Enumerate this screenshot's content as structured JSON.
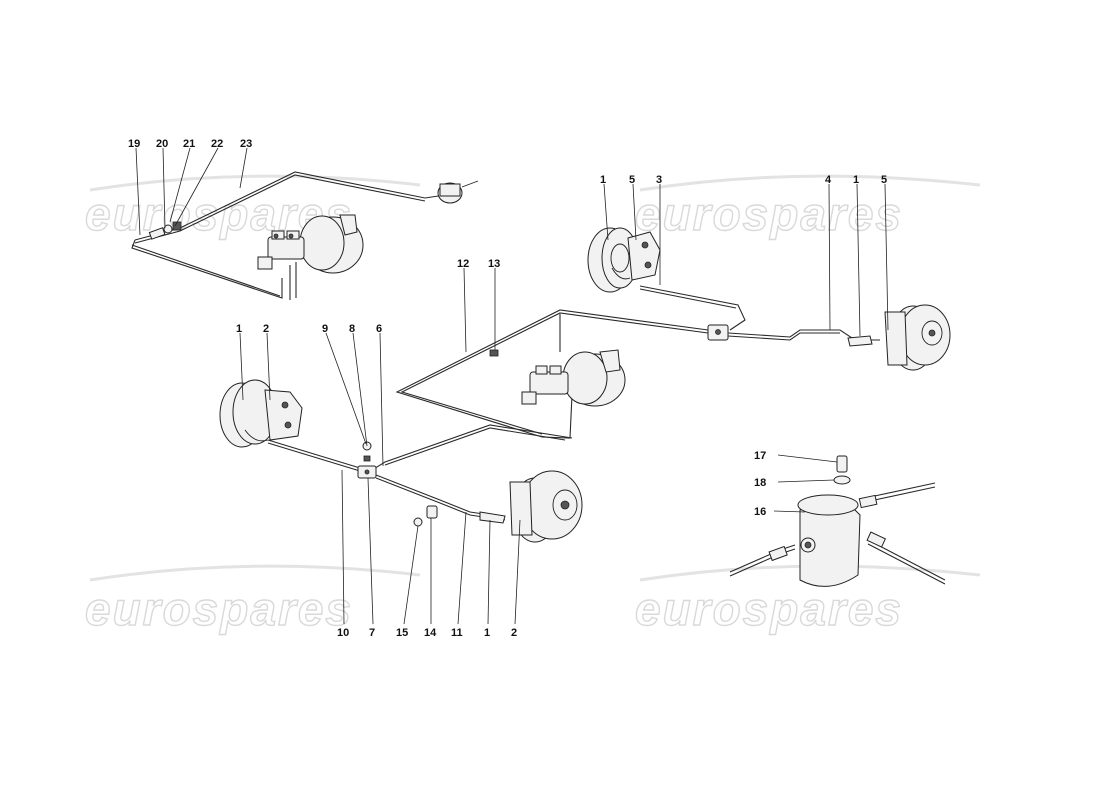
{
  "watermark": "eurospares",
  "callouts": {
    "c19": "19",
    "c20": "20",
    "c21": "21",
    "c22": "22",
    "c23": "23",
    "c1_ur": "1",
    "c5_ur": "5",
    "c3": "3",
    "c4": "4",
    "c1_ur2": "1",
    "c5_ur2": "5",
    "c12": "12",
    "c13": "13",
    "c1_l": "1",
    "c2_l": "2",
    "c9": "9",
    "c8": "8",
    "c6": "6",
    "c10": "10",
    "c7": "7",
    "c15": "15",
    "c14": "14",
    "c11": "11",
    "c1_b": "1",
    "c2_b": "2",
    "c17": "17",
    "c18": "18",
    "c16": "16"
  }
}
